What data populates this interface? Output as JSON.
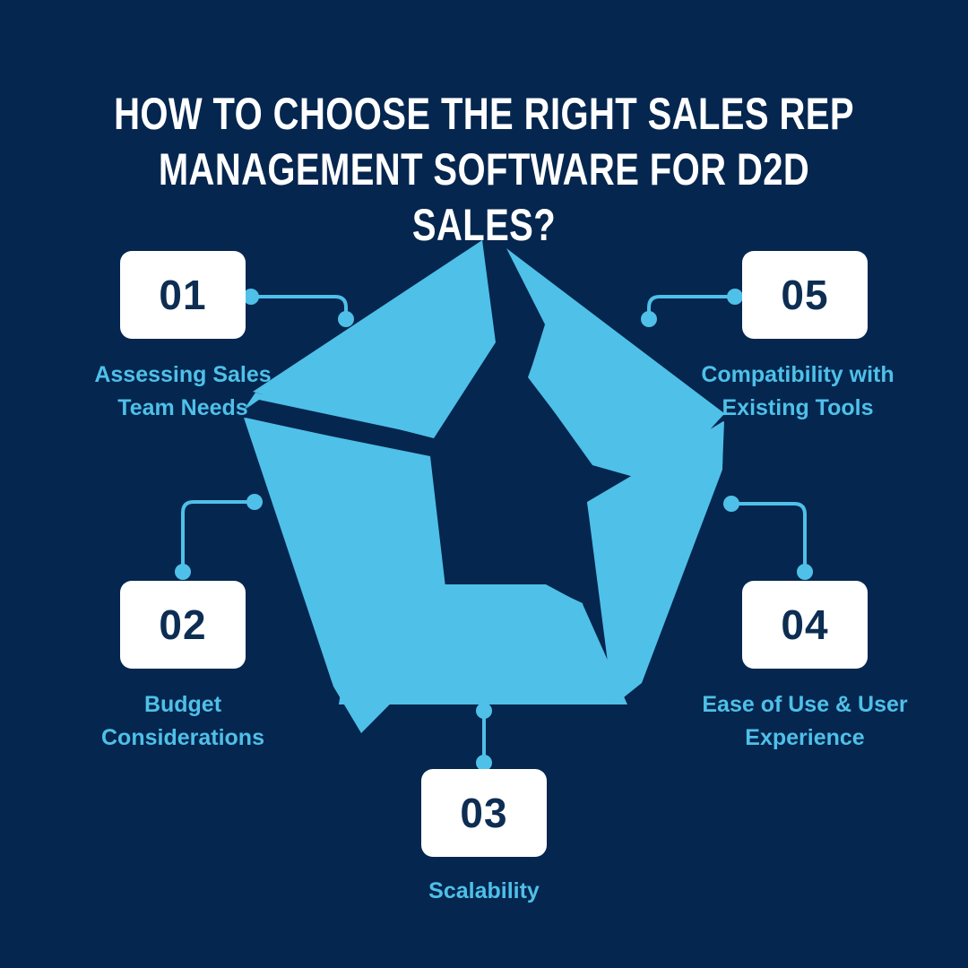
{
  "page": {
    "background_color": "#04264f",
    "accent_color": "#4fc0e8",
    "box_color": "#ffffff",
    "number_color": "#0d2d52",
    "title_color": "#ffffff"
  },
  "header": {
    "title": "HOW TO CHOOSE THE RIGHT SALES REP\nMANAGEMENT SOFTWARE FOR D2D SALES?"
  },
  "steps": [
    {
      "number": "01",
      "label": "Assessing Sales\nTeam Needs",
      "position": "top-left"
    },
    {
      "number": "02",
      "label": "Budget\nConsiderations",
      "position": "mid-left"
    },
    {
      "number": "03",
      "label": "Scalability",
      "position": "bottom-center"
    },
    {
      "number": "04",
      "label": "Ease of Use & User\nExperience",
      "position": "mid-right"
    },
    {
      "number": "05",
      "label": "Compatibility with\nExisting Tools",
      "position": "top-right"
    }
  ],
  "diagram": {
    "shape": "segmented-pentagon",
    "segment_count": 5,
    "segment_fill": "#4fc0e8",
    "connector_color": "#4fc0e8"
  }
}
